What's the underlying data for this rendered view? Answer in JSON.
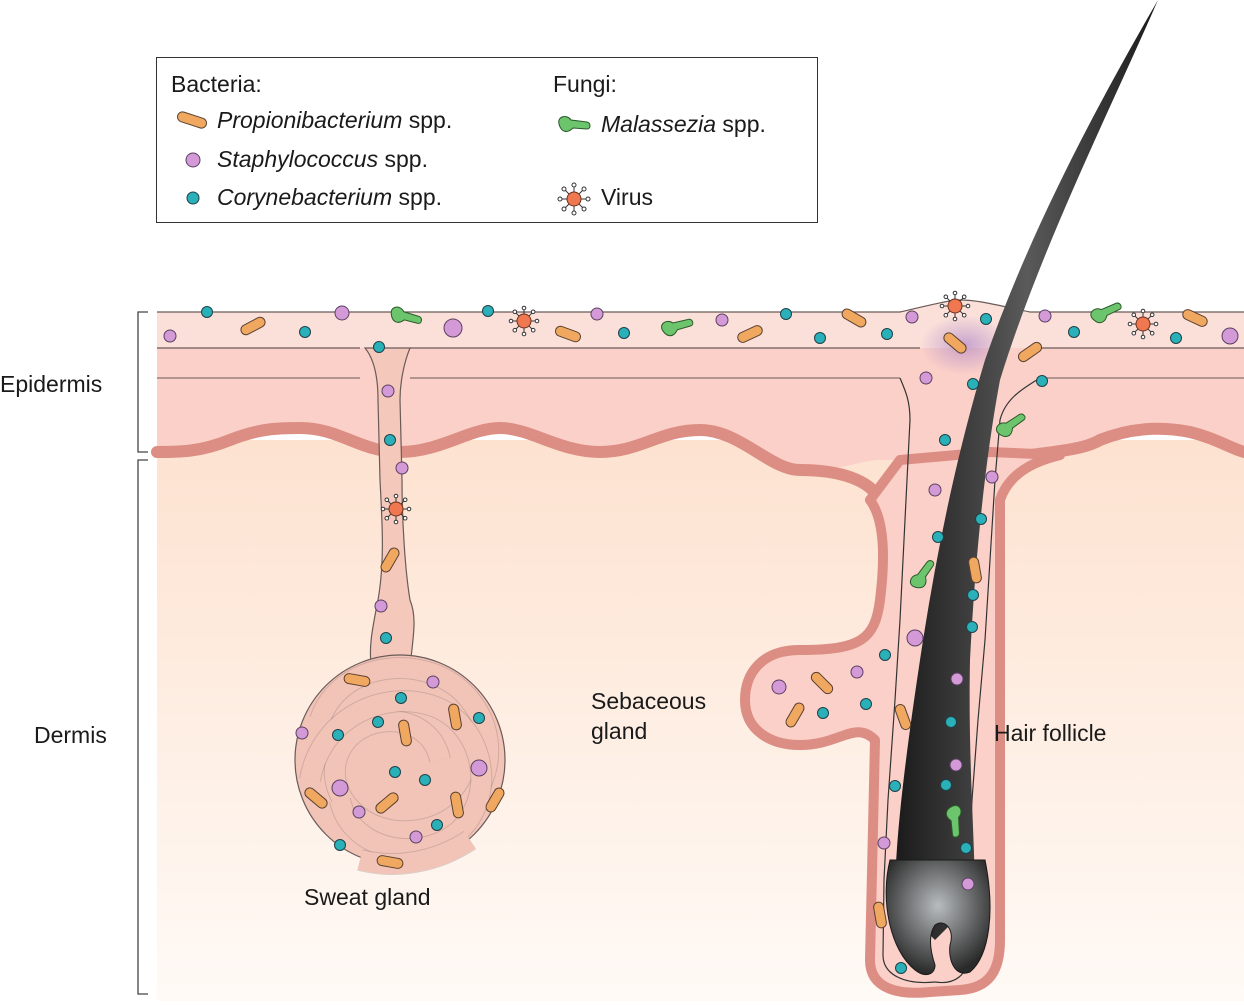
{
  "legend": {
    "bacteria_heading": "Bacteria:",
    "fungi_heading": "Fungi:",
    "items": [
      {
        "name": "Propionibacterium",
        "suffix": " spp.",
        "icon": "rod-bacterium-icon",
        "color": "#f0a860"
      },
      {
        "name": "Staphylococcus",
        "suffix": " spp.",
        "icon": "coccus-bacterium-icon",
        "color": "#d49ad8"
      },
      {
        "name": "Corynebacterium",
        "suffix": " spp.",
        "icon": "coryne-bacterium-icon",
        "color": "#2ab0b8"
      },
      {
        "name": "Malassezia",
        "suffix": " spp.",
        "icon": "yeast-fungus-icon",
        "color": "#6cc46c"
      },
      {
        "name": "",
        "suffix": "Virus",
        "icon": "virus-icon",
        "color": "#f07850"
      }
    ]
  },
  "labels": {
    "epidermis": "Epidermis",
    "dermis": "Dermis",
    "sweat_gland": "Sweat gland",
    "sebaceous_gland_line1": "Sebaceous",
    "sebaceous_gland_line2": "gland",
    "hair_follicle": "Hair follicle"
  },
  "colors": {
    "stratum_surface": "#fbdcd6",
    "epidermis": "#fbd0c8",
    "epidermis_edge": "#dc8e84",
    "dermis_top": "#fde4d4",
    "dermis_bottom": "#fffaf6",
    "hair": "#2a2a2a"
  }
}
